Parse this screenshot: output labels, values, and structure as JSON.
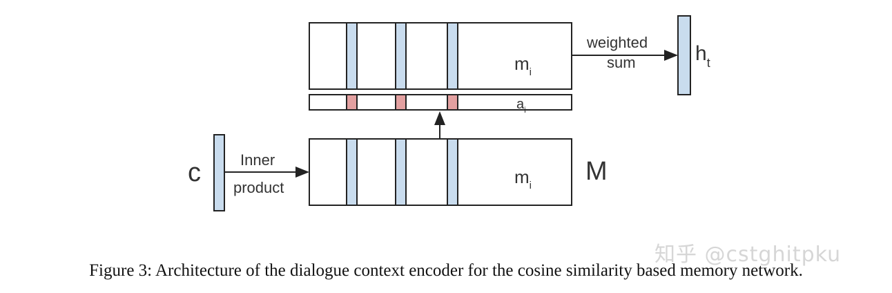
{
  "diagram": {
    "vector_c": {
      "label": "c"
    },
    "memory_M": {
      "label": "M",
      "row_label": "m",
      "row_sub": "i"
    },
    "memory_top": {
      "row_label": "m",
      "row_sub": "i"
    },
    "attention": {
      "label": "a",
      "sub": "i"
    },
    "inner_product": {
      "line1": "Inner",
      "line2": "product"
    },
    "weighted_sum": {
      "line1": "weighted",
      "line2": "sum"
    },
    "output_h": {
      "label": "h",
      "sub": "t"
    },
    "colors": {
      "slot_fill": "#c9dcee",
      "attention_fill": "#e3a0a0",
      "stroke": "#222222",
      "vector_fill": "#c9dcee"
    }
  },
  "caption": "Figure 3: Architecture of the dialogue context encoder for the cosine similarity based memory network.",
  "watermark": "知乎 @cstghitpku"
}
